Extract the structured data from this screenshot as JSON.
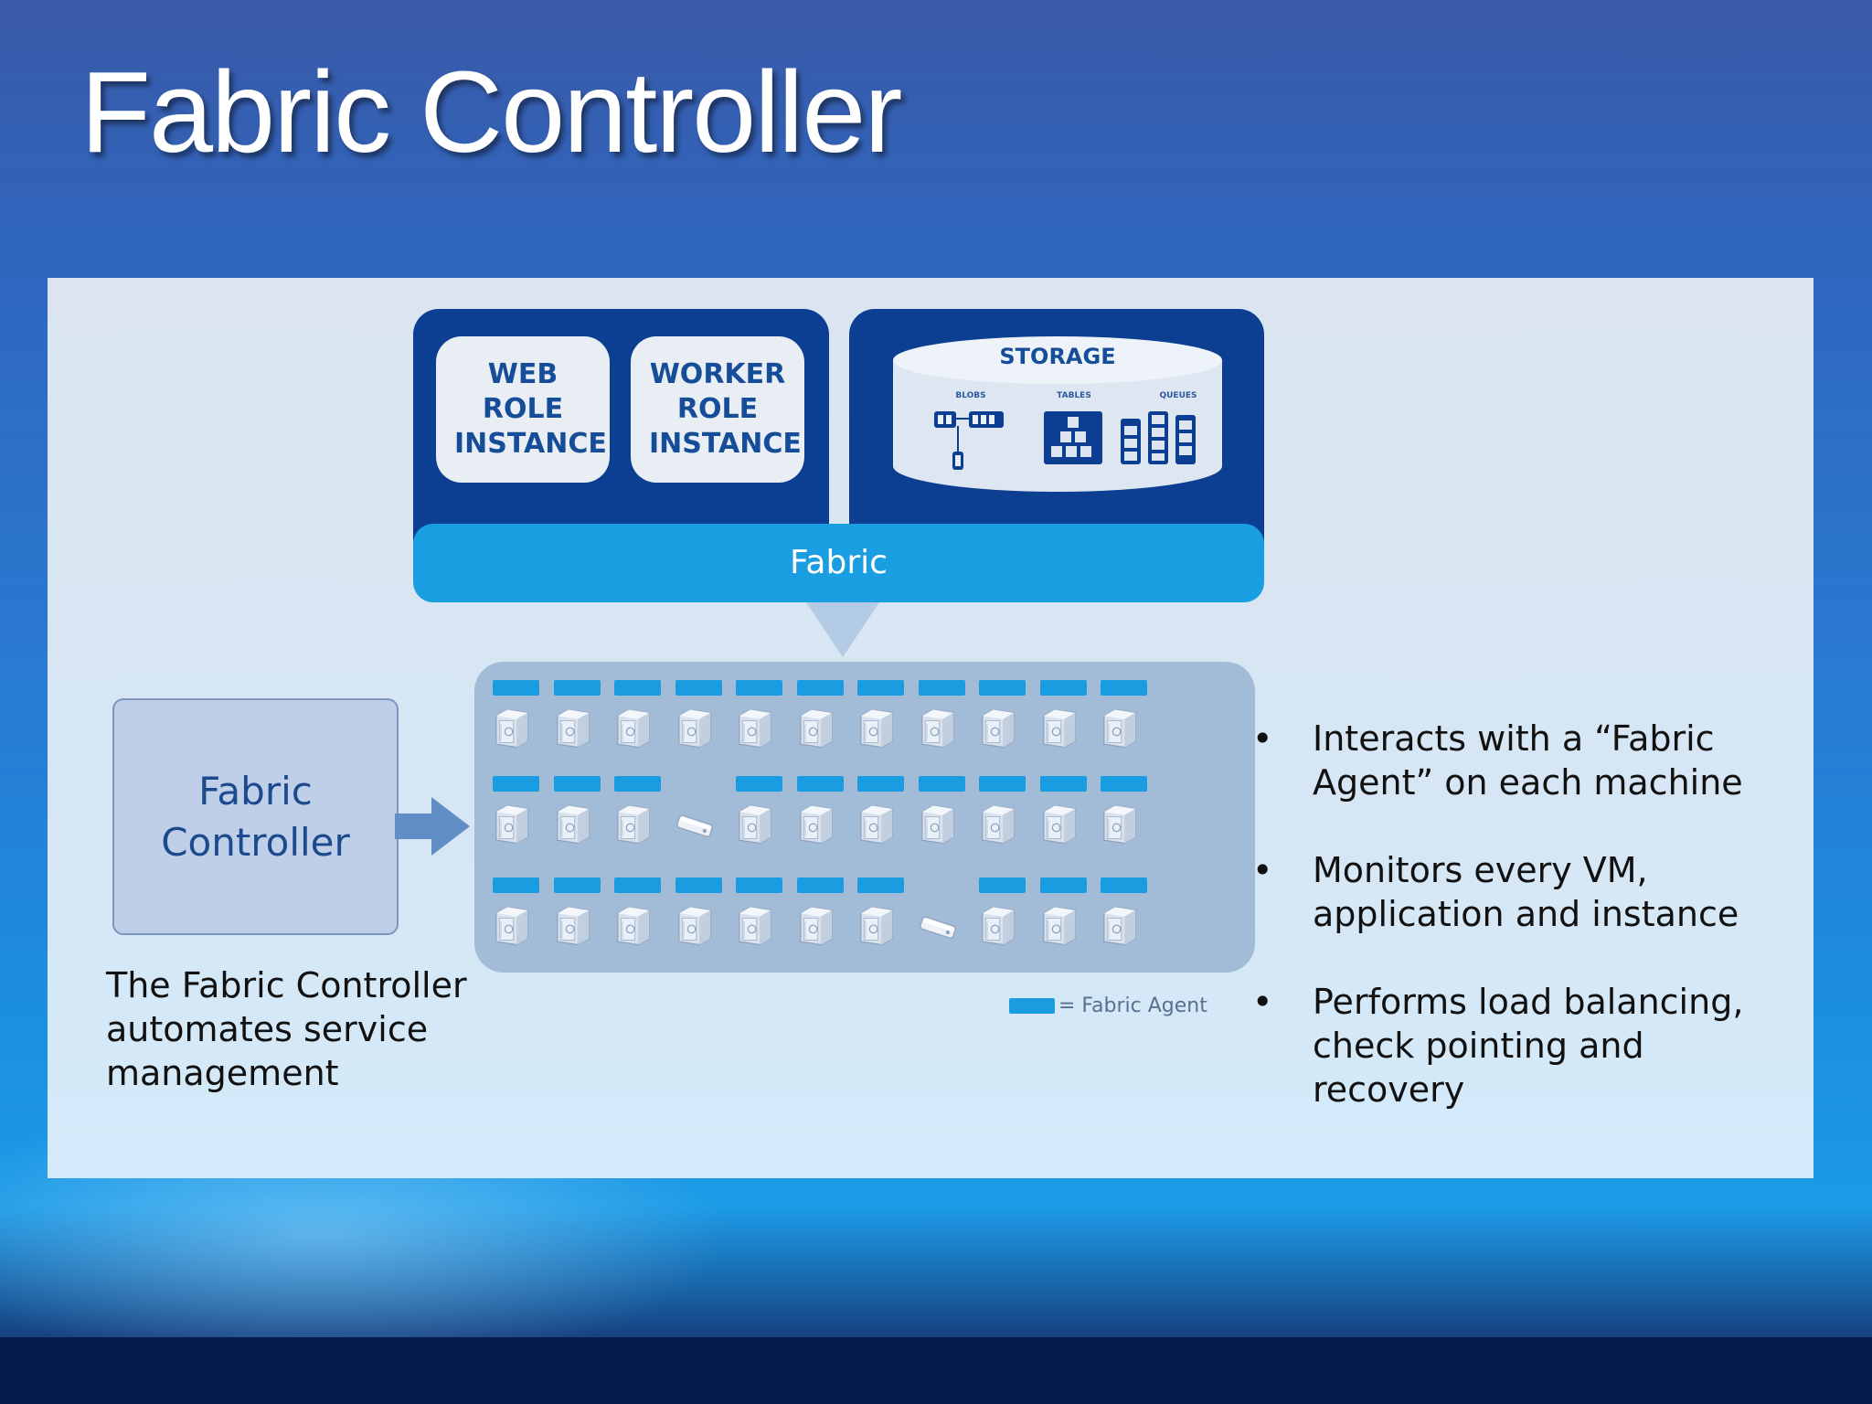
{
  "slide": {
    "title": "Fabric Controller"
  },
  "diagram": {
    "roles": [
      {
        "label": "WEB ROLE INSTANCE"
      },
      {
        "label": "WORKER ROLE INSTANCE"
      }
    ],
    "storage": {
      "label": "STORAGE",
      "sub_labels": [
        "BLOBS",
        "TABLES",
        "QUEUES"
      ],
      "icons": [
        "blob-tree-icon",
        "table-grid-icon",
        "queue-icon"
      ]
    },
    "fabric_band": "Fabric",
    "fabric_controller_box": "Fabric Controller",
    "server_grid": {
      "rows": [
        [
          "server",
          "server",
          "server",
          "server",
          "server",
          "server",
          "server",
          "server",
          "server",
          "server",
          "server"
        ],
        [
          "server",
          "server",
          "server",
          "drive",
          "server",
          "server",
          "server",
          "server",
          "server",
          "server",
          "server"
        ],
        [
          "server",
          "server",
          "server",
          "server",
          "server",
          "server",
          "server",
          "drive",
          "server",
          "server",
          "server"
        ]
      ],
      "agents": [
        [
          true,
          true,
          true,
          true,
          true,
          true,
          true,
          true,
          true,
          true,
          true
        ],
        [
          true,
          true,
          true,
          false,
          true,
          true,
          true,
          true,
          true,
          true,
          true
        ],
        [
          true,
          true,
          true,
          true,
          true,
          true,
          true,
          false,
          true,
          true,
          true
        ]
      ]
    },
    "legend": "= Fabric Agent",
    "colors": {
      "dark_blue": "#0c3f91",
      "fabric_blue": "#199ee2",
      "panel": "#dbe5f1"
    }
  },
  "caption": "The Fabric Controller automates service management",
  "bullets": [
    "Interacts with a “Fabric Agent” on each machine",
    "Monitors every VM, application and instance",
    "Performs load balancing, check pointing and recovery"
  ],
  "bullet_glyph": "•"
}
